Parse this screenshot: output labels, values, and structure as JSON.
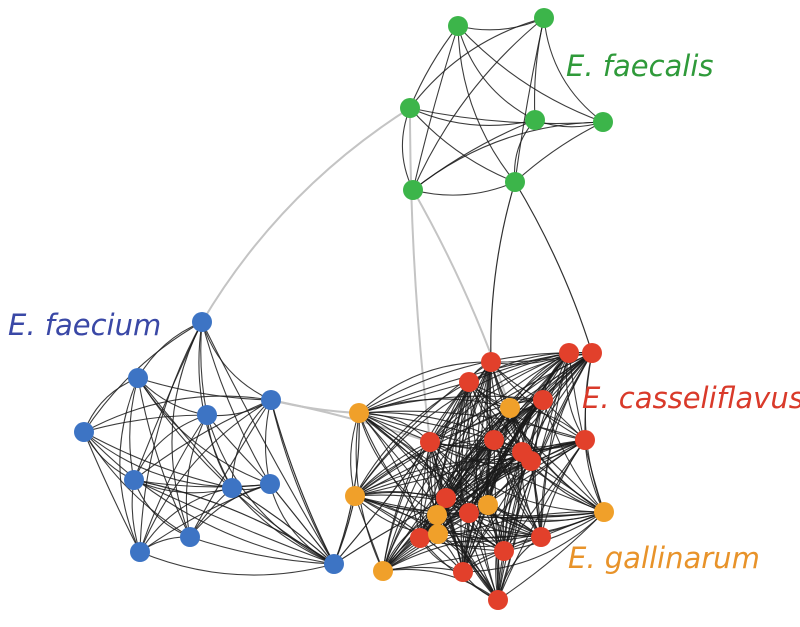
{
  "colors": {
    "background": "#ffffff",
    "edge_intra": "#1a1a1a",
    "edge_inter": "#c4c4c4",
    "faecalis": "#3cb54a",
    "faecium": "#3d74c4",
    "casseliflavus": "#e2402b",
    "gallinarum": "#f0a02a"
  },
  "clusters": [
    {
      "id": "faecalis",
      "label": "E. faecalis",
      "color": "#3cb54a",
      "label_color": "#2f9a3a"
    },
    {
      "id": "faecium",
      "label": "E. faecium",
      "color": "#3d74c4",
      "label_color": "#3a48a6"
    },
    {
      "id": "casseliflavus",
      "label": "E. casseliflavus",
      "color": "#e2402b",
      "label_color": "#d93a2a"
    },
    {
      "id": "gallinarum",
      "label": "E. gallinarum",
      "color": "#f0a02a",
      "label_color": "#e8932a"
    }
  ]
}
